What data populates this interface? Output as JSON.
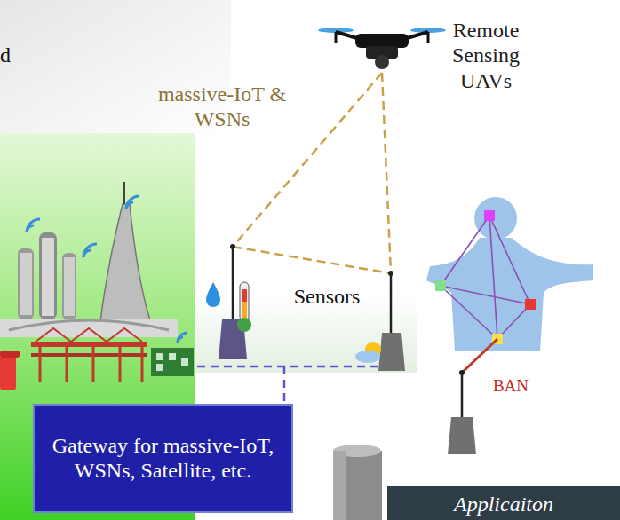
{
  "diagram": {
    "nodes": [
      {
        "text": [
          "Gateway for massive-IoT, WSNs, Satellite, etc."
        ]
      },
      {
        "text": [
          "Applicaiton"
        ]
      }
    ],
    "labels": [
      "d",
      "massive-IoT & WSNs",
      "Remote Sensing UAVs",
      "Sensors",
      "BAN"
    ]
  }
}
